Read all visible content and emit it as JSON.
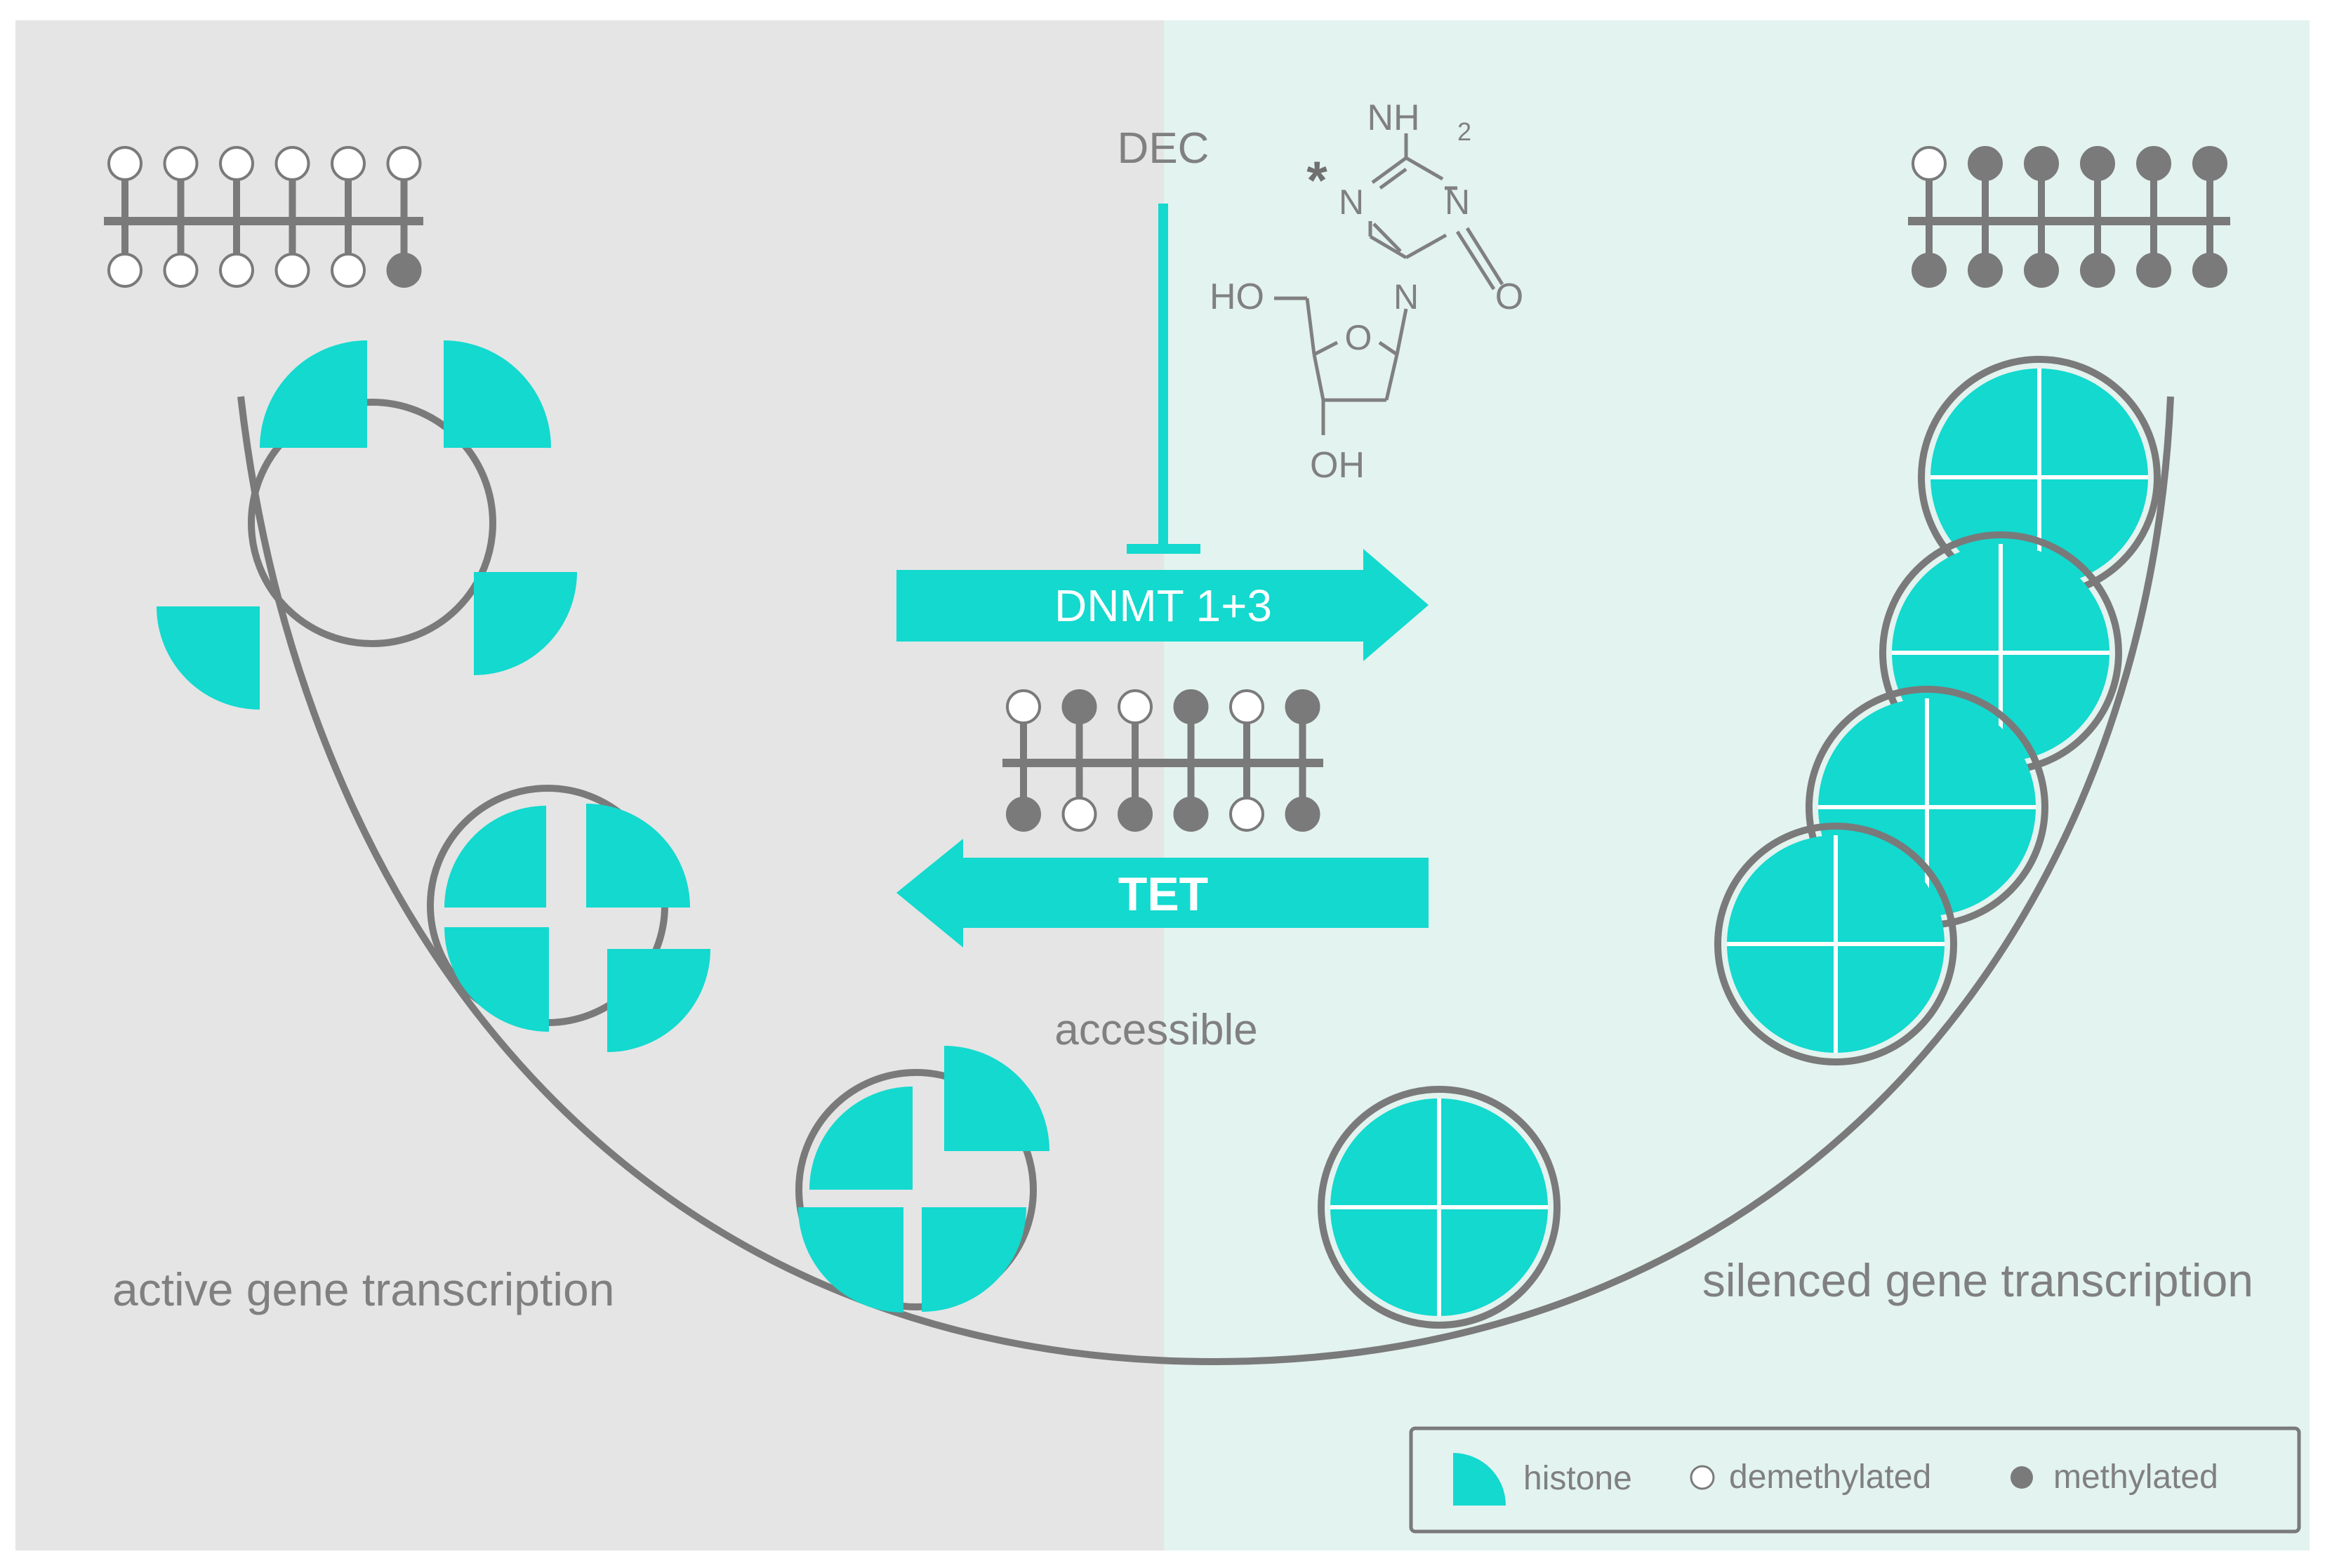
{
  "labels": {
    "dec": "DEC",
    "dnmt": "DNMT 1+3",
    "tet": "TET",
    "accessible": "accessible",
    "active": "active gene transcription",
    "silenced": "silenced gene transcription"
  },
  "molecule": {
    "nh2_main": "NH",
    "nh2_sub": "2",
    "asterisk": "*",
    "n_left": "N",
    "n_right": "N",
    "n_bottom": "N",
    "o_carbonyl": "O",
    "o_ring": "O",
    "ho": "HO",
    "oh": "OH"
  },
  "legend": {
    "histone": "histone",
    "demethylated": "demethylated",
    "methylated": "methylated"
  },
  "dna_states": {
    "top_left": {
      "top": [
        "white",
        "white",
        "white",
        "white",
        "white",
        "white"
      ],
      "bottom": [
        "white",
        "white",
        "white",
        "white",
        "white",
        "gray"
      ]
    },
    "middle": {
      "top": [
        "white",
        "gray",
        "white",
        "gray",
        "white",
        "gray"
      ],
      "bottom": [
        "gray",
        "white",
        "gray",
        "gray",
        "white",
        "gray"
      ]
    },
    "top_right": {
      "top": [
        "white",
        "gray",
        "gray",
        "gray",
        "gray",
        "gray"
      ],
      "bottom": [
        "gray",
        "gray",
        "gray",
        "gray",
        "gray",
        "gray"
      ]
    }
  },
  "colors": {
    "left_bg": "#e5e5e5",
    "right_bg": "#e3f3ef",
    "teal": "#13d9cf",
    "gray": "#7a7a7a",
    "text": "#808080"
  }
}
